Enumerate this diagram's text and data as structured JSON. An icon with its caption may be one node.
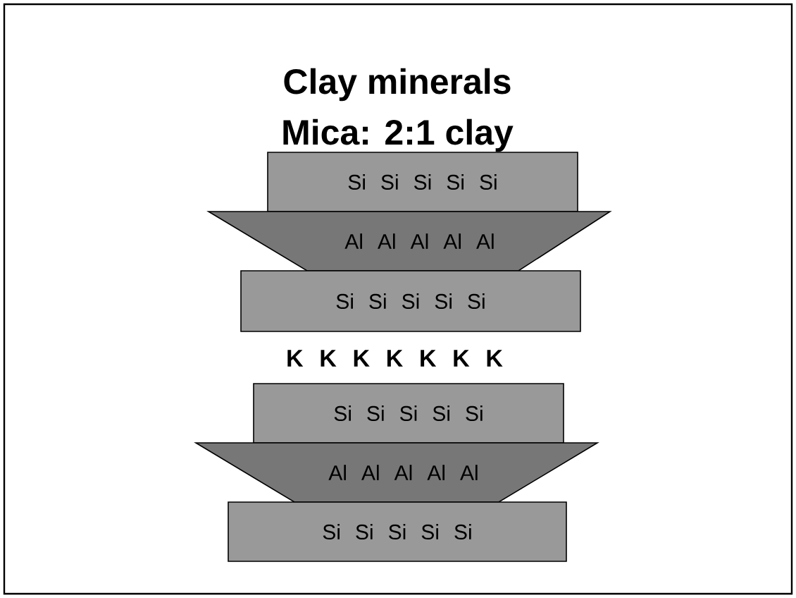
{
  "diagram": {
    "title": "Clay minerals",
    "nodes": [
      {
        "text": [
          "Si Si Si Si Si"
        ]
      },
      {
        "text": [
          "Al Al Al Al Al"
        ]
      },
      {
        "text": [
          "Si Si Si Si Si"
        ]
      },
      {
        "text": [
          "Si Si Si Si Si"
        ]
      },
      {
        "text": [
          "Al Al Al Al Al"
        ]
      },
      {
        "text": [
          "Si Si Si Si Si"
        ]
      }
    ],
    "labels": [
      "Mica: 2:1 clay",
      "K K K K K K K"
    ]
  }
}
